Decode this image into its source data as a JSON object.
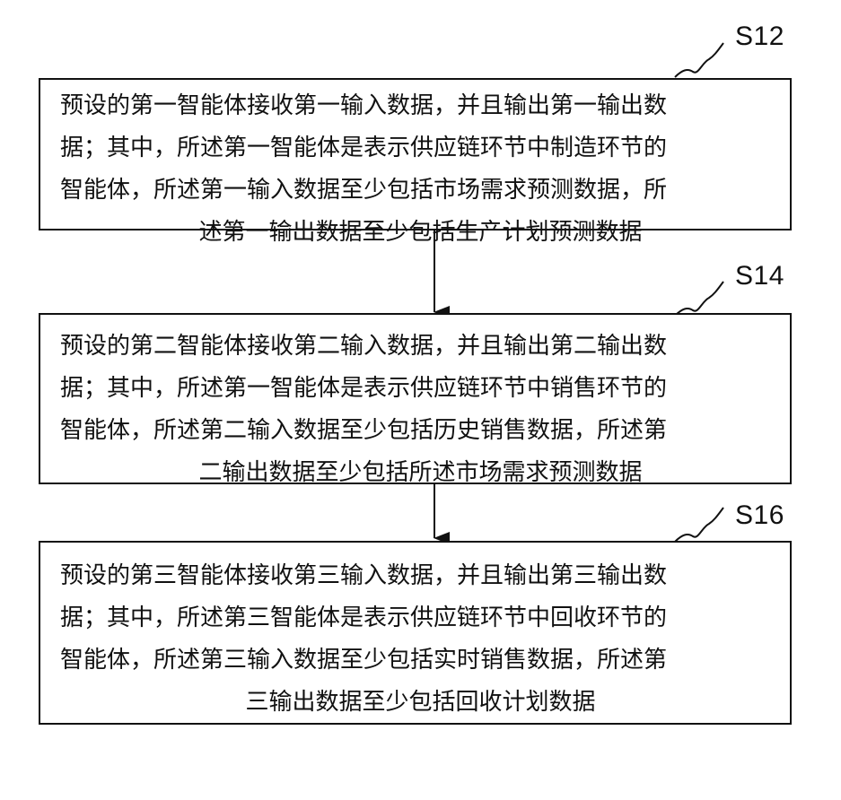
{
  "steps": [
    {
      "label": "S12",
      "lines": [
        "预设的第一智能体接收第一输入数据，并且输出第一输出数",
        "据；其中，所述第一智能体是表示供应链环节中制造环节的",
        "智能体，所述第一输入数据至少包括市场需求预测数据，所",
        "述第一输出数据至少包括生产计划预测数据"
      ]
    },
    {
      "label": "S14",
      "lines": [
        "预设的第二智能体接收第二输入数据，并且输出第二输出数",
        "据；其中，所述第一智能体是表示供应链环节中销售环节的",
        "智能体，所述第二输入数据至少包括历史销售数据，所述第",
        "二输出数据至少包括所述市场需求预测数据"
      ]
    },
    {
      "label": "S16",
      "lines": [
        "预设的第三智能体接收第三输入数据，并且输出第三输出数",
        "据；其中，所述第三智能体是表示供应链环节中回收环节的",
        "智能体，所述第三输入数据至少包括实时销售数据，所述第",
        "三输出数据至少包括回收计划数据"
      ]
    }
  ]
}
